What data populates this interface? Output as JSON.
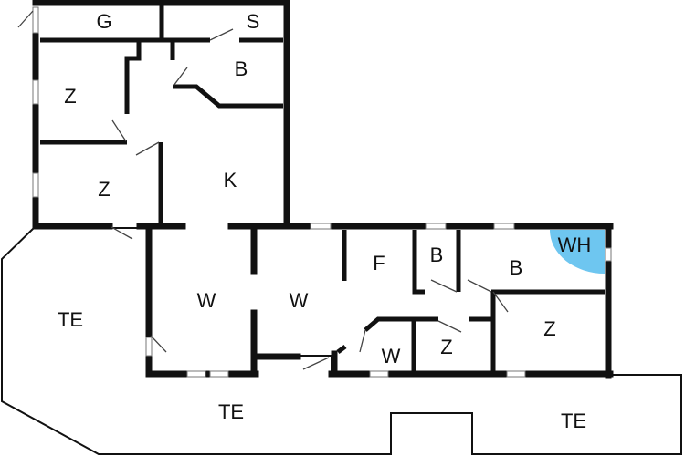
{
  "floorplan": {
    "rooms": {
      "g": "G",
      "s": "S",
      "b_top": "B",
      "z_upper": "Z",
      "z_lower": "Z",
      "k": "K",
      "w_left": "W",
      "w_mid": "W",
      "f": "F",
      "b_small": "B",
      "b_big": "B",
      "wh": "WH",
      "z_small": "Z",
      "w_small": "W",
      "z_right": "Z",
      "te_left": "TE",
      "te_bottom": "TE",
      "te_right": "TE"
    },
    "colors": {
      "wall": "#111111",
      "wh_zone": "#6EC6F0"
    }
  }
}
